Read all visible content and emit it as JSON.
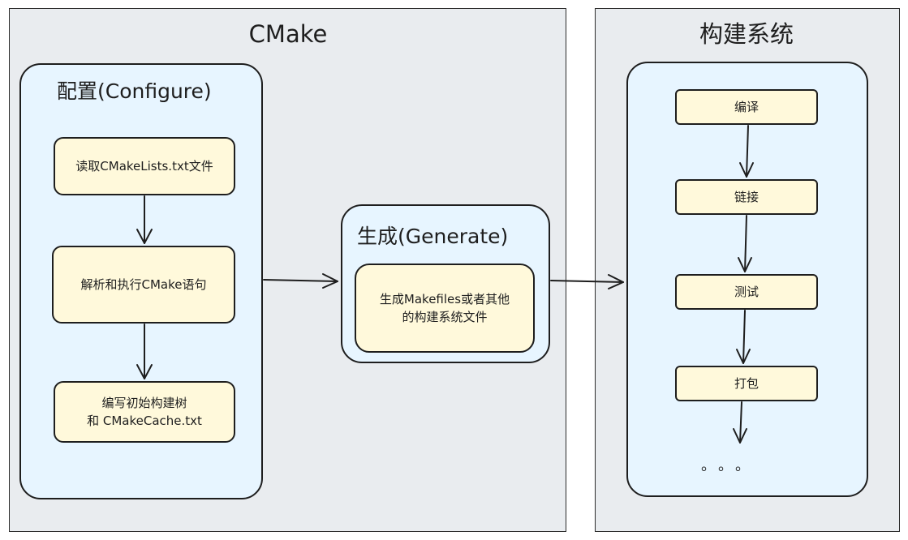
{
  "cmake_panel": {
    "title": "CMake"
  },
  "configure": {
    "title": "配置(Configure)",
    "steps": [
      "读取CMakeLists.txt文件",
      "解析和执行CMake语句",
      "编写初始构建树\n和 CMakeCache.txt"
    ]
  },
  "generate": {
    "title": "生成(Generate)",
    "step": "生成Makefiles或者其他\n的构建系统文件"
  },
  "build_panel": {
    "title": "构建系统",
    "steps": [
      "编译",
      "链接",
      "测试",
      "打包"
    ],
    "ellipsis": "。。。"
  }
}
